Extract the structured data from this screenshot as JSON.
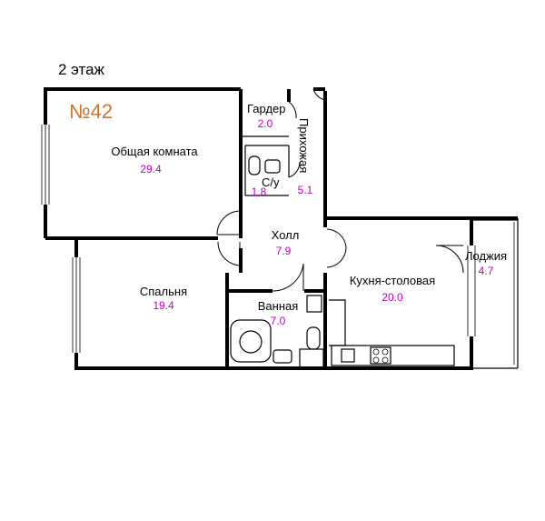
{
  "floor_label": "2 этаж",
  "apartment_number": "№42",
  "colors": {
    "apartment_number": "#c87533",
    "area_text": "#c000c0",
    "walls": "#000000"
  },
  "rooms": {
    "living": {
      "name": "Общая комната",
      "area": "29.4"
    },
    "wardrobe": {
      "name": "Гардер",
      "area": "2.0"
    },
    "hallway": {
      "name": "Прихожая",
      "area": "5.1"
    },
    "wc": {
      "name": "С/у",
      "area": "1.8"
    },
    "hall": {
      "name": "Холл",
      "area": "7.9"
    },
    "bedroom": {
      "name": "Спальня",
      "area": "19.4"
    },
    "bathroom": {
      "name": "Ванная",
      "area": "7.0"
    },
    "kitchen": {
      "name": "Кухня-столовая",
      "area": "20.0"
    },
    "loggia": {
      "name": "Лоджия",
      "area": "4.7"
    }
  }
}
